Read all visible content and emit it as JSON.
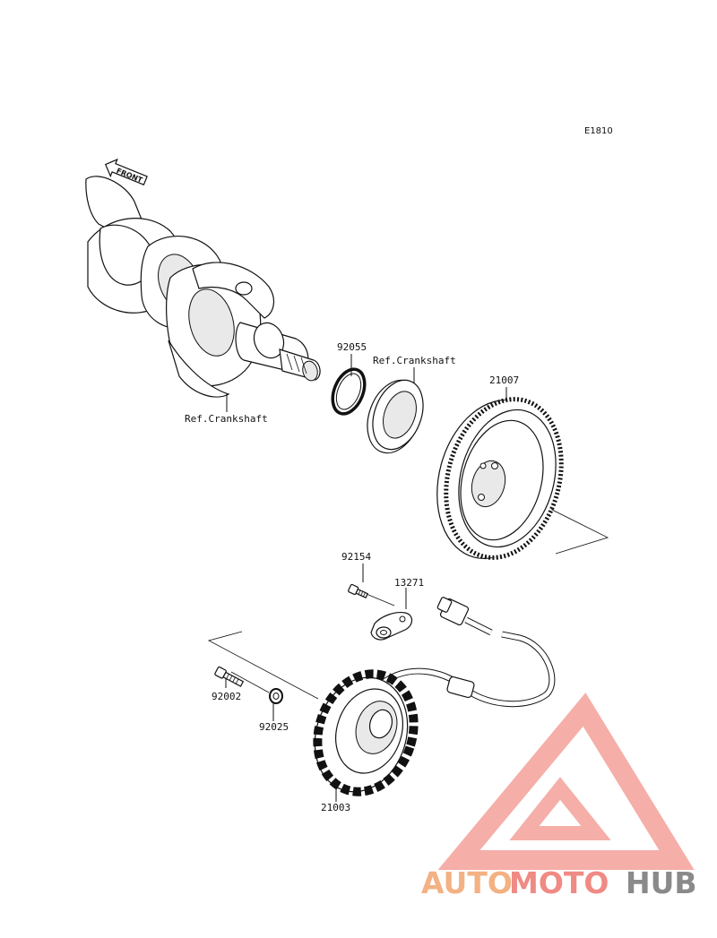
{
  "diagram_code": "E1810",
  "front_label": "FRONT",
  "labels": {
    "crankshaft_bottom": "Ref.Crankshaft",
    "crankshaft_top": "Ref.Crankshaft",
    "p92055": "92055",
    "p21007": "21007",
    "p92154": "92154",
    "p13271": "13271",
    "p92002": "92002",
    "p92025": "92025",
    "p21003": "21003"
  },
  "watermark": {
    "part1": "AUTO",
    "part2": "MOTO",
    "part3": "HUB",
    "color_orange": "#f4b183",
    "color_red": "#f08a84",
    "color_gray": "#8a8a8a",
    "logo_color": "#f4a09a"
  }
}
